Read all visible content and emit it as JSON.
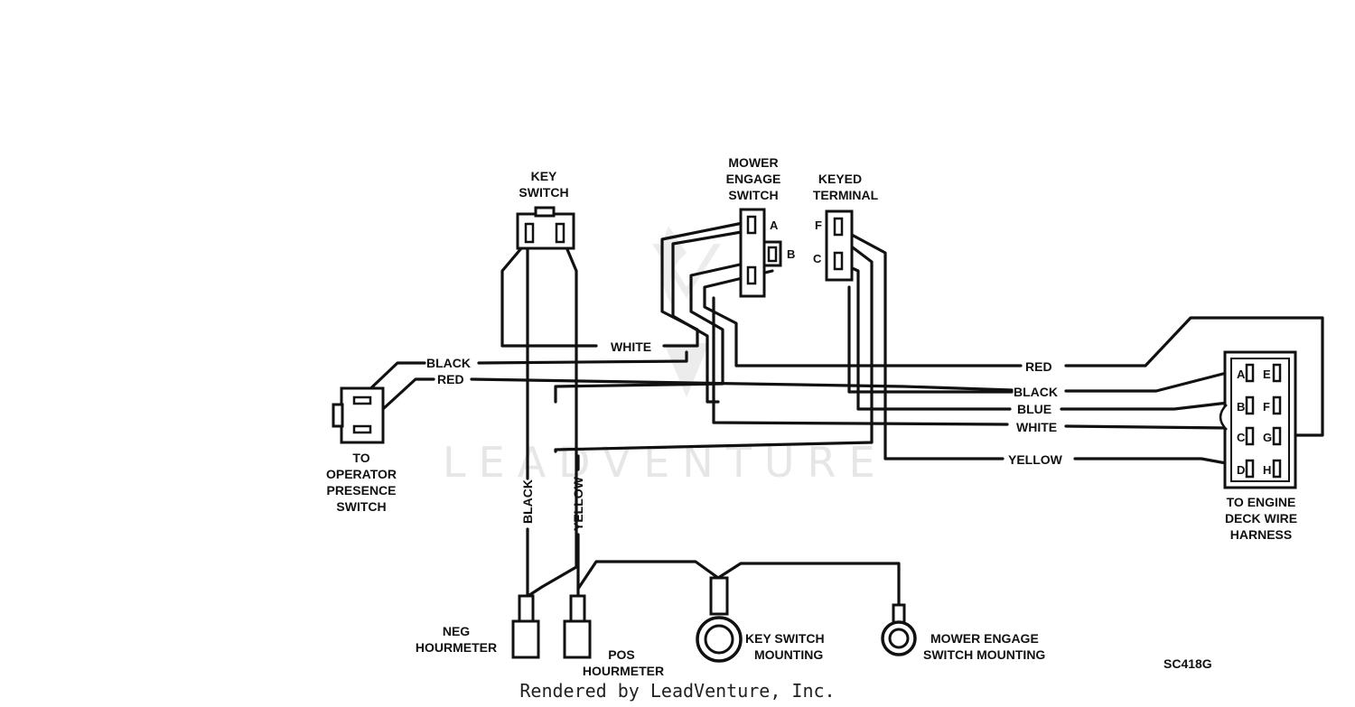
{
  "components": {
    "key_switch": [
      "KEY",
      "SWITCH"
    ],
    "mower_engage_switch": [
      "MOWER",
      "ENGAGE",
      "SWITCH"
    ],
    "keyed_terminal": [
      "KEYED",
      "TERMINAL"
    ],
    "operator_presence": [
      "TO",
      "OPERATOR",
      "PRESENCE",
      "SWITCH"
    ],
    "engine_deck": [
      "TO ENGINE",
      "DECK WIRE",
      "HARNESS"
    ],
    "neg_hourmeter": [
      "NEG",
      "HOURMETER"
    ],
    "pos_hourmeter": [
      "POS",
      "HOURMETER"
    ],
    "key_switch_mounting": [
      "KEY SWITCH",
      "MOUNTING"
    ],
    "mower_engage_mounting": [
      "MOWER ENGAGE",
      "SWITCH MOUNTING"
    ]
  },
  "pins": {
    "mower_a": "A",
    "mower_b": "B",
    "keyed_f": "F",
    "keyed_c": "C",
    "deck": [
      "A",
      "B",
      "C",
      "D",
      "E",
      "F",
      "G",
      "H"
    ]
  },
  "wires": {
    "black_op": "BLACK",
    "red_op": "RED",
    "white_key": "WHITE",
    "red": "RED",
    "black": "BLACK",
    "blue": "BLUE",
    "white": "WHITE",
    "yellow": "YELLOW",
    "black_vertical": "BLACK",
    "yellow_vertical": "YELLOW"
  },
  "watermark": "LEADVENTURE",
  "diagram_code": "SC418G",
  "footer": "Rendered by LeadVenture, Inc."
}
